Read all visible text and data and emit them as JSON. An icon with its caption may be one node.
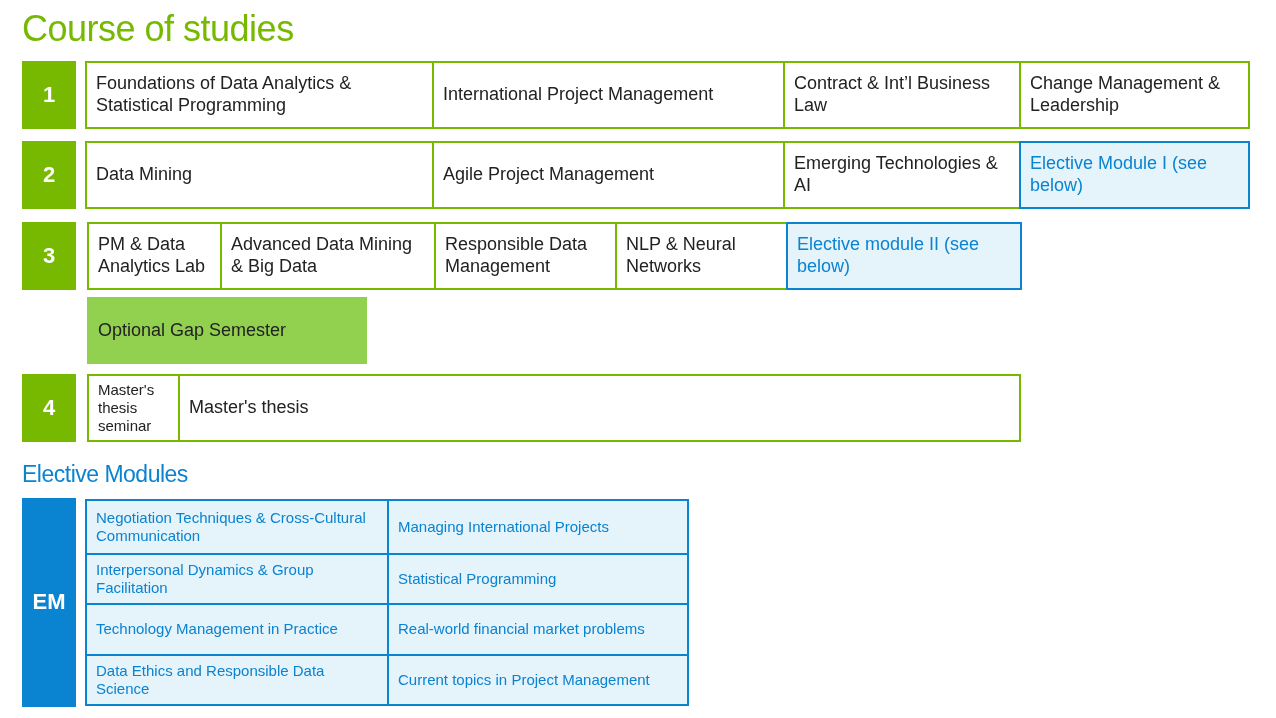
{
  "diagram": {
    "title": "Course of studies",
    "nodes": [
      {
        "text": [
          "1"
        ]
      },
      {
        "text": [
          "Foundations of Data Analytics & Statistical Programming"
        ]
      },
      {
        "text": [
          "International Project Management"
        ]
      },
      {
        "text": [
          "Contract & Int’l Business Law"
        ]
      },
      {
        "text": [
          "Change Management & Leadership"
        ]
      },
      {
        "text": [
          "2"
        ]
      },
      {
        "text": [
          "Data Mining"
        ]
      },
      {
        "text": [
          "Agile Project Management"
        ]
      },
      {
        "text": [
          "Emerging Technologies & AI"
        ]
      },
      {
        "text": [
          "Elective Module I (see below)"
        ]
      },
      {
        "text": [
          "3"
        ]
      },
      {
        "text": [
          "PM & Data Analytics Lab"
        ]
      },
      {
        "text": [
          "Advanced Data Mining & Big Data"
        ]
      },
      {
        "text": [
          "Responsible Data Management"
        ]
      },
      {
        "text": [
          "NLP & Neural Networks"
        ]
      },
      {
        "text": [
          "Elective module II (see below)"
        ]
      },
      {
        "text": [
          "Optional Gap Semester"
        ]
      },
      {
        "text": [
          "4"
        ]
      },
      {
        "text": [
          "Master's thesis seminar"
        ]
      },
      {
        "text": [
          "Master's thesis"
        ]
      },
      {
        "text": [
          "EM"
        ]
      },
      {
        "text": [
          "Negotiation Techniques & Cross-Cultural Communication"
        ]
      },
      {
        "text": [
          "Managing International Projects"
        ]
      },
      {
        "text": [
          "Interpersonal Dynamics & Group Facilitation"
        ]
      },
      {
        "text": [
          "Statistical Programming"
        ]
      },
      {
        "text": [
          "Technology Management in Practice"
        ]
      },
      {
        "text": [
          "Real-world financial market problems"
        ]
      },
      {
        "text": [
          "Data Ethics and Responsible Data Science"
        ]
      },
      {
        "text": [
          "Current topics in Project Management"
        ]
      }
    ],
    "labels": [
      "Elective Modules"
    ]
  }
}
